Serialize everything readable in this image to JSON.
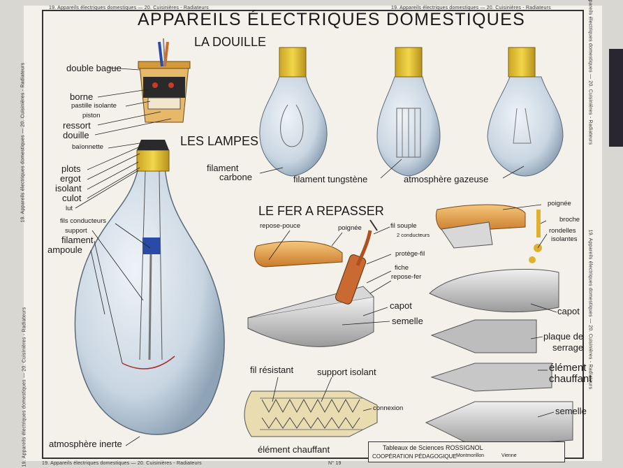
{
  "title": "APPAREILS ÉLECTRIQUES DOMESTIQUES",
  "edge_text": "19. Appareils électriques domestiques — 20. Cuisinières - Radiateurs",
  "sections": {
    "douille": "LA DOUILLE",
    "lampes": "LES LAMPES",
    "fer": "LE FER A REPASSER"
  },
  "douille_labels": {
    "double_bague": "double bague",
    "borne": "borne",
    "pastille": "pastille isolante",
    "piston": "piston",
    "ressort": "ressort",
    "douille": "douille",
    "baionnette": "baïonnette"
  },
  "lamp_labels": {
    "plots": "plots",
    "ergot": "ergot",
    "isolant": "isolant",
    "culot": "culot",
    "lut": "lut",
    "fils": "fils conducteurs",
    "support": "support",
    "filament": "filament",
    "ampoule": "ampoule",
    "atmosphere_inerte": "atmosphère inerte",
    "filament_carbone_1": "filament",
    "filament_carbone_2": "carbone",
    "filament_tungstene": "filament tungstène",
    "atmosphere_gazeuse": "atmosphère gazeuse"
  },
  "iron_labels": {
    "repose_pouce": "repose-pouce",
    "poignee": "poignée",
    "fil_souple": "fil souple",
    "conducteurs": "2 conducteurs",
    "protege_fil": "protège-fil",
    "fiche": "fiche",
    "repose_fer": "repose-fer",
    "capot": "capot",
    "semelle": "semelle",
    "poignee2": "poignée",
    "broche": "broche",
    "rondelles": "rondelles",
    "isolantes": "isolantes",
    "capot2": "capot",
    "plaque": "plaque de",
    "serrage": "serrage",
    "element1": "élément",
    "chauffant1": "chauffant",
    "semelle2": "semelle",
    "fil_resistant": "fil résistant",
    "support_isolant": "support isolant",
    "connexion": "connexion",
    "element_chauffant": "élément chauffant"
  },
  "footer": {
    "line1": "Tableaux de Sciences ROSSIGNOL",
    "line2": "COOPÉRATION PÉDAGOGIQUE",
    "line2b": "Montmorillon",
    "line2c": "Vienne",
    "number": "N° 19"
  },
  "colors": {
    "paper": "#f4f1ea",
    "brass": "#e8c83a",
    "glass": "#c4d4e2",
    "iron_handle": "#e8a04a",
    "copper": "#d0703a",
    "steel": "#c8c8c8"
  }
}
